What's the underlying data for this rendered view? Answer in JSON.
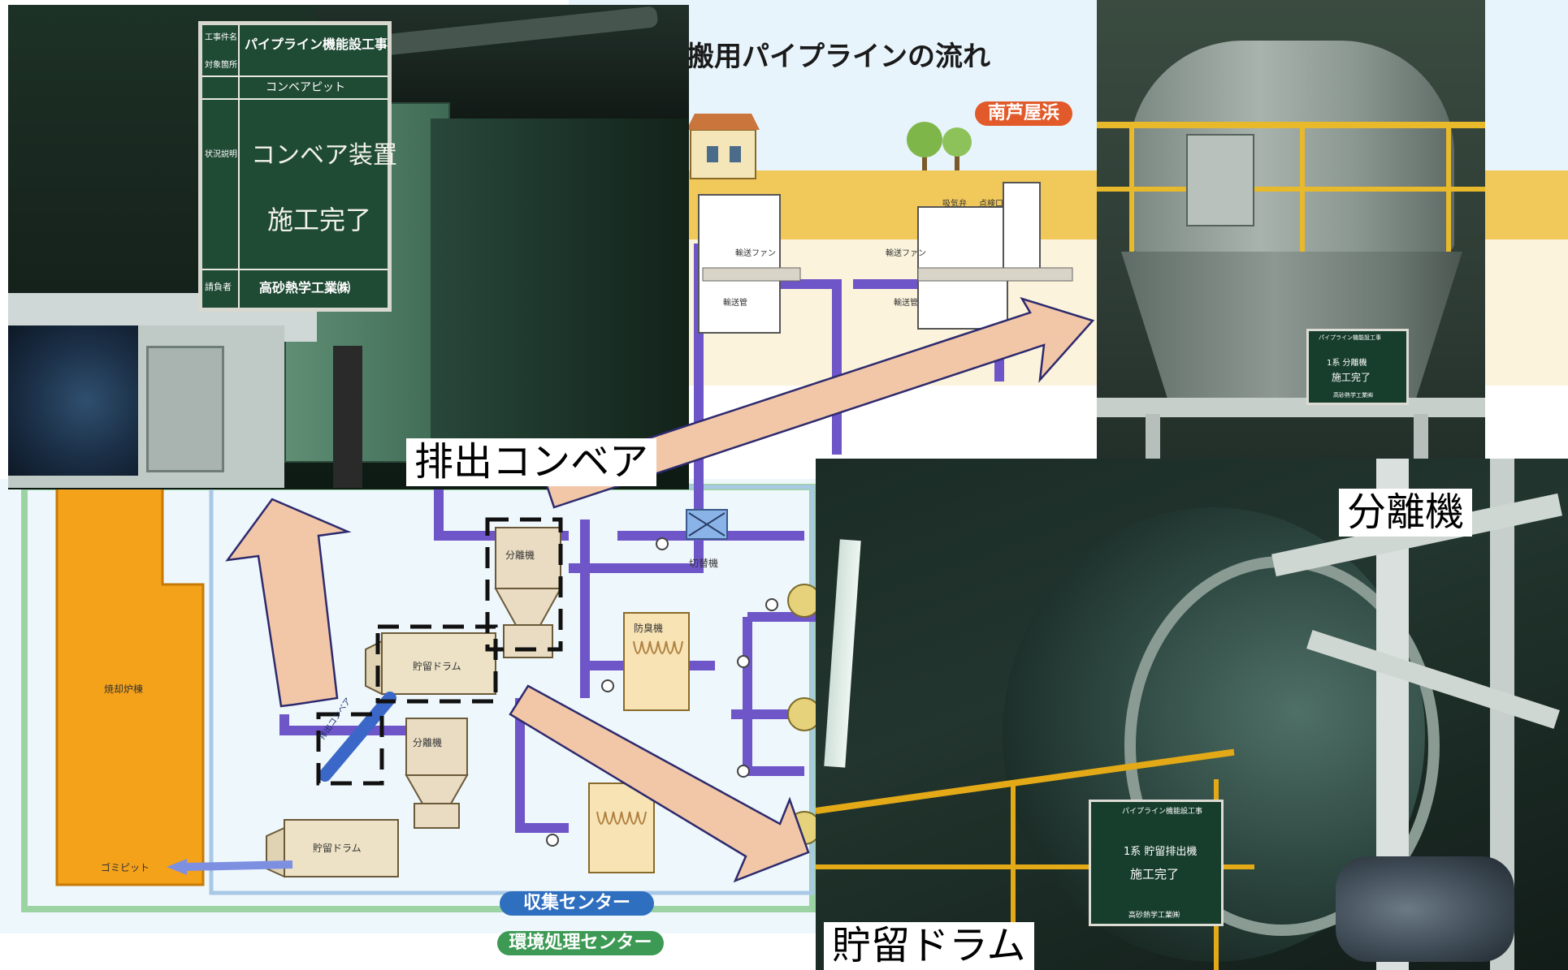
{
  "diagram": {
    "title": "搬用パイプラインの流れ",
    "place_label": "南芦屋浜",
    "labels": {
      "fan_left": "輸送ファン",
      "fan_right": "輸送ファン",
      "pipe_left": "輸送管",
      "pipe_right": "輸送管",
      "valve_a": "吸気弁",
      "valve_b": "点検口",
      "switcher": "切替機",
      "deodorizer": "防臭機",
      "separator_top": "分離機",
      "separator_bottom": "分離機",
      "drum_top": "貯留ドラム",
      "drum_bottom": "貯留ドラム",
      "incinerator": "焼却炉棟",
      "pit": "ゴミピット",
      "conveyor_small": "排出コンベア"
    },
    "collection_center": "収集センター",
    "environment_center": "環境処理センター"
  },
  "captions": {
    "conveyor": "排出コンベア",
    "separator": "分離機",
    "drum": "貯留ドラム"
  },
  "signboards": {
    "conveyor": {
      "row1_label": "工事件名",
      "row1_value": "パイプライン機能設工事",
      "row2_label": "対象箇所",
      "row2_value": "コンベアピット",
      "row3_label": "状況説明",
      "row3_line1": "コンベア装置",
      "row3_line2": "施工完了",
      "row4_label": "請負者",
      "row4_value": "高砂熱学工業㈱"
    },
    "drum": {
      "row1_value": "パイプライン機能設工事",
      "row3_line1": "1系 貯留排出機",
      "row3_line2": "施工完了",
      "row4_value": "高砂熱学工業㈱"
    },
    "separator": {
      "row1_value": "パイプライン機能設工事",
      "row3_line1": "1系 分離機",
      "row3_line2": "施工完了",
      "row4_value": "高砂熱学工業㈱"
    }
  },
  "colors": {
    "pipe": "#6e55c8",
    "ground": "#f1c85a",
    "arrow": "#f2c7a8",
    "collection_pill": "#2f6fc0",
    "environment_pill": "#3d9a55",
    "place_pill": "#e25a2a"
  }
}
